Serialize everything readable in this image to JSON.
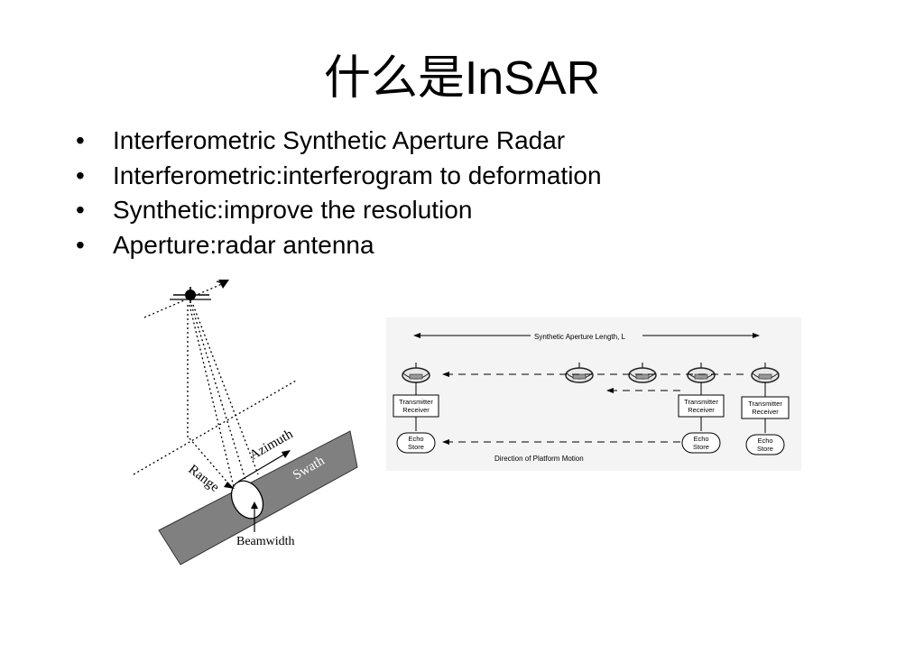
{
  "slide": {
    "title": "什么是InSAR",
    "bullets": [
      "Interferometric Synthetic Aperture Radar",
      "Interferometric:interferogram to deformation",
      "Synthetic:improve the resolution",
      "Aperture:radar antenna"
    ],
    "bullet_marker": "•"
  },
  "geometry_figure": {
    "azimuth_label": "Azimuth",
    "swath_label": "Swath",
    "range_label": "Range",
    "beamwidth_label": "Beamwidth",
    "swath_color": "#808080"
  },
  "sar_figure": {
    "length_label": "Synthetic Aperture Length, L",
    "transmitter_label_line1": "Transmitter",
    "transmitter_label_line2": "Receiver",
    "echo_label_line1": "Echo",
    "echo_label_line2": "Store",
    "motion_label": "Direction of Platform Motion",
    "panel_color": "#f4f4f4"
  }
}
